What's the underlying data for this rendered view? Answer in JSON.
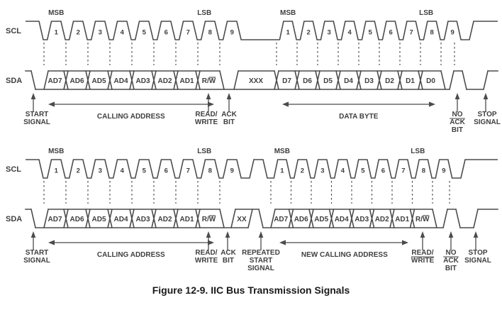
{
  "caption": "Figure 12-9. IIC Bus Transmission Signals",
  "signals": {
    "clock": "SCL",
    "data": "SDA"
  },
  "markers": {
    "msb": "MSB",
    "lsb": "LSB"
  },
  "clock_numbers": [
    "1",
    "2",
    "3",
    "4",
    "5",
    "6",
    "7",
    "8",
    "9"
  ],
  "diagrams": [
    {
      "name": "master-write",
      "first_byte_bits": [
        "AD7",
        "AD6",
        "AD5",
        "AD4",
        "AD3",
        "AD2",
        "AD1",
        "R/{W}"
      ],
      "mid_box_label": "XXX",
      "second_byte_bits": [
        "D7",
        "D6",
        "D5",
        "D4",
        "D3",
        "D2",
        "D1",
        "D0"
      ],
      "has_repeated_start": false,
      "annotations": {
        "start_signal": [
          "START",
          "SIGNAL"
        ],
        "first_span": "CALLING ADDRESS",
        "read_write": [
          "READ/",
          "WRITE"
        ],
        "ack_bit": [
          "ACK",
          "BIT"
        ],
        "second_span": "DATA BYTE",
        "no_ack_bit": [
          "NO",
          "{ACK}",
          "BIT"
        ],
        "stop_signal": [
          "STOP",
          "SIGNAL"
        ]
      }
    },
    {
      "name": "repeated-start",
      "first_byte_bits": [
        "AD7",
        "AD6",
        "AD5",
        "AD4",
        "AD3",
        "AD2",
        "AD1",
        "R/{W}"
      ],
      "mid_box_label": "XX",
      "second_byte_bits": [
        "AD7",
        "AD6",
        "AD5",
        "AD4",
        "AD3",
        "AD2",
        "AD1",
        "R/{W}"
      ],
      "has_repeated_start": true,
      "annotations": {
        "start_signal": [
          "START",
          "SIGNAL"
        ],
        "first_span": "CALLING ADDRESS",
        "read_write": [
          "READ/",
          "WRITE"
        ],
        "ack_bit": [
          "ACK",
          "BIT"
        ],
        "repeated_start": [
          "REPEATED",
          "START",
          "SIGNAL"
        ],
        "second_span": "NEW CALLING ADDRESS",
        "read_write_2": [
          "READ/",
          "{WRITE}"
        ],
        "no_ack_bit": [
          "NO",
          "{ACK}",
          "BIT"
        ],
        "stop_signal": [
          "STOP",
          "SIGNAL"
        ]
      }
    }
  ],
  "colors": {
    "ink": "#4b4b4b",
    "text": "#3f3f3f",
    "caption": "#191919",
    "background": "#ffffff"
  }
}
